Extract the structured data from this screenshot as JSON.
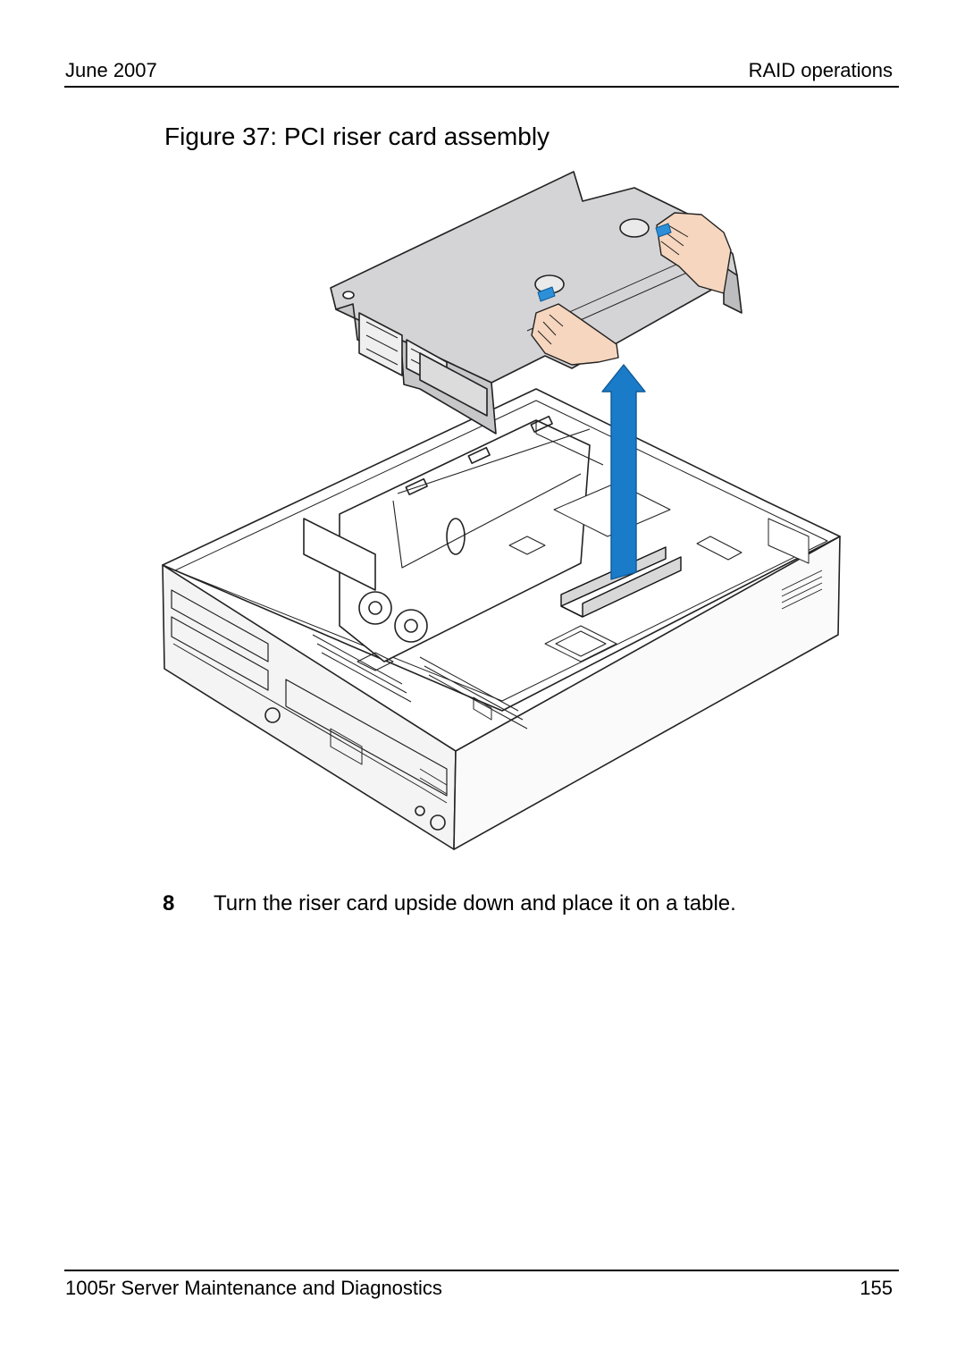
{
  "header": {
    "date": "June 2007",
    "section": "RAID operations"
  },
  "figure": {
    "caption": "Figure 37: PCI riser card assembly",
    "illustration": "pci-riser-card-removal",
    "arrow_color": "#1a7bc9",
    "tab_color": "#2d8fd8",
    "skin_color": "#f6d6bf"
  },
  "step": {
    "number": "8",
    "text": "Turn the riser card upside down and place it on a table."
  },
  "footer": {
    "title": "1005r Server Maintenance and Diagnostics",
    "page": "155"
  }
}
